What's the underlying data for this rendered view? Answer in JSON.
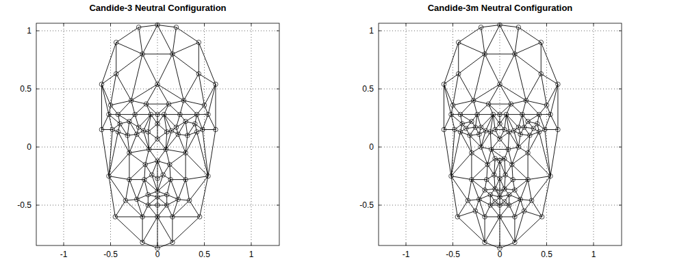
{
  "diagram": {
    "labels": [
      "Candide-3 Neutral Configuration",
      "1",
      "0.5",
      "0",
      "-0.5",
      "-1",
      "-0.5",
      "0",
      "0.5",
      "1",
      "Candide-3m Neutral Configuration",
      "1",
      "0.5",
      "0",
      "-0.5",
      "-1",
      "-0.5",
      "0",
      "0.5",
      "1"
    ]
  }
}
